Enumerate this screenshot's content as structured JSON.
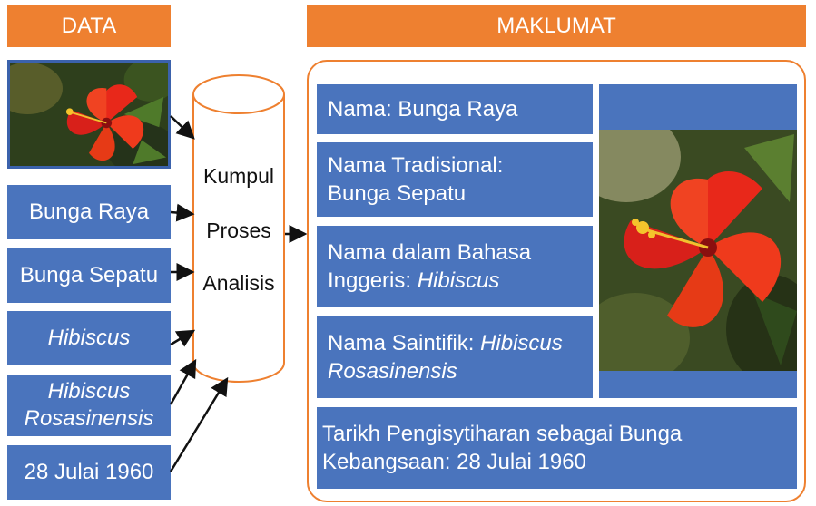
{
  "headers": {
    "data": "DATA",
    "info": "MAKLUMAT"
  },
  "data_items": [
    {
      "text": "Bunga Raya"
    },
    {
      "text": "Bunga Sepatu"
    },
    {
      "text": "Hibiscus"
    },
    {
      "line1": "Hibiscus",
      "line2": "Rosasinensis"
    },
    {
      "text": "28 Julai 1960"
    }
  ],
  "process": {
    "step1": "Kumpul",
    "step2": "Proses",
    "step3": "Analisis"
  },
  "info": {
    "nama": "Nama: Bunga Raya",
    "tradisional": {
      "line1": "Nama Tradisional:",
      "line2": "Bunga Sepatu"
    },
    "inggeris": {
      "line1": "Nama dalam Bahasa",
      "line2_prefix": "Inggeris: ",
      "line2_italic": "Hibiscus"
    },
    "saintifik": {
      "prefix": "Nama Saintifik: ",
      "italic1": "Hibiscus",
      "italic2": "Rosasinensis"
    },
    "tarikh": {
      "line1": "Tarikh Pengisytiharan sebagai Bunga",
      "line2": "Kebangsaan: 28 Julai 1960"
    }
  },
  "colors": {
    "orange": "#ee8030",
    "blue": "#4a74bd",
    "dark_blue": "#3b62ac",
    "flower_red": "#e8281a"
  },
  "images": {
    "flower": "red-hibiscus-photo"
  }
}
